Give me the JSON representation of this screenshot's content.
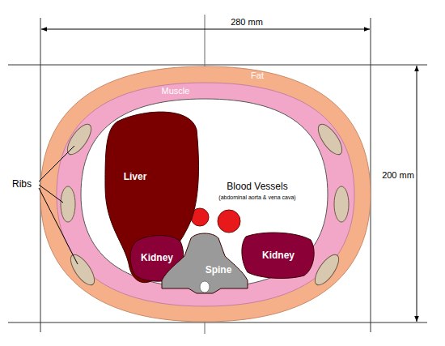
{
  "diagram": {
    "nodes": [
      {
        "text": [
          "Liver"
        ]
      },
      {
        "text": [
          "Kidney"
        ]
      },
      {
        "text": [
          "Kidney"
        ]
      },
      {
        "text": [
          "Spine"
        ]
      }
    ],
    "labels": [
      "280 mm",
      "200 mm",
      "Fat",
      "Muscle",
      "Ribs",
      "Blood Vessels",
      "(abdominal aorta & vena cava)"
    ]
  }
}
